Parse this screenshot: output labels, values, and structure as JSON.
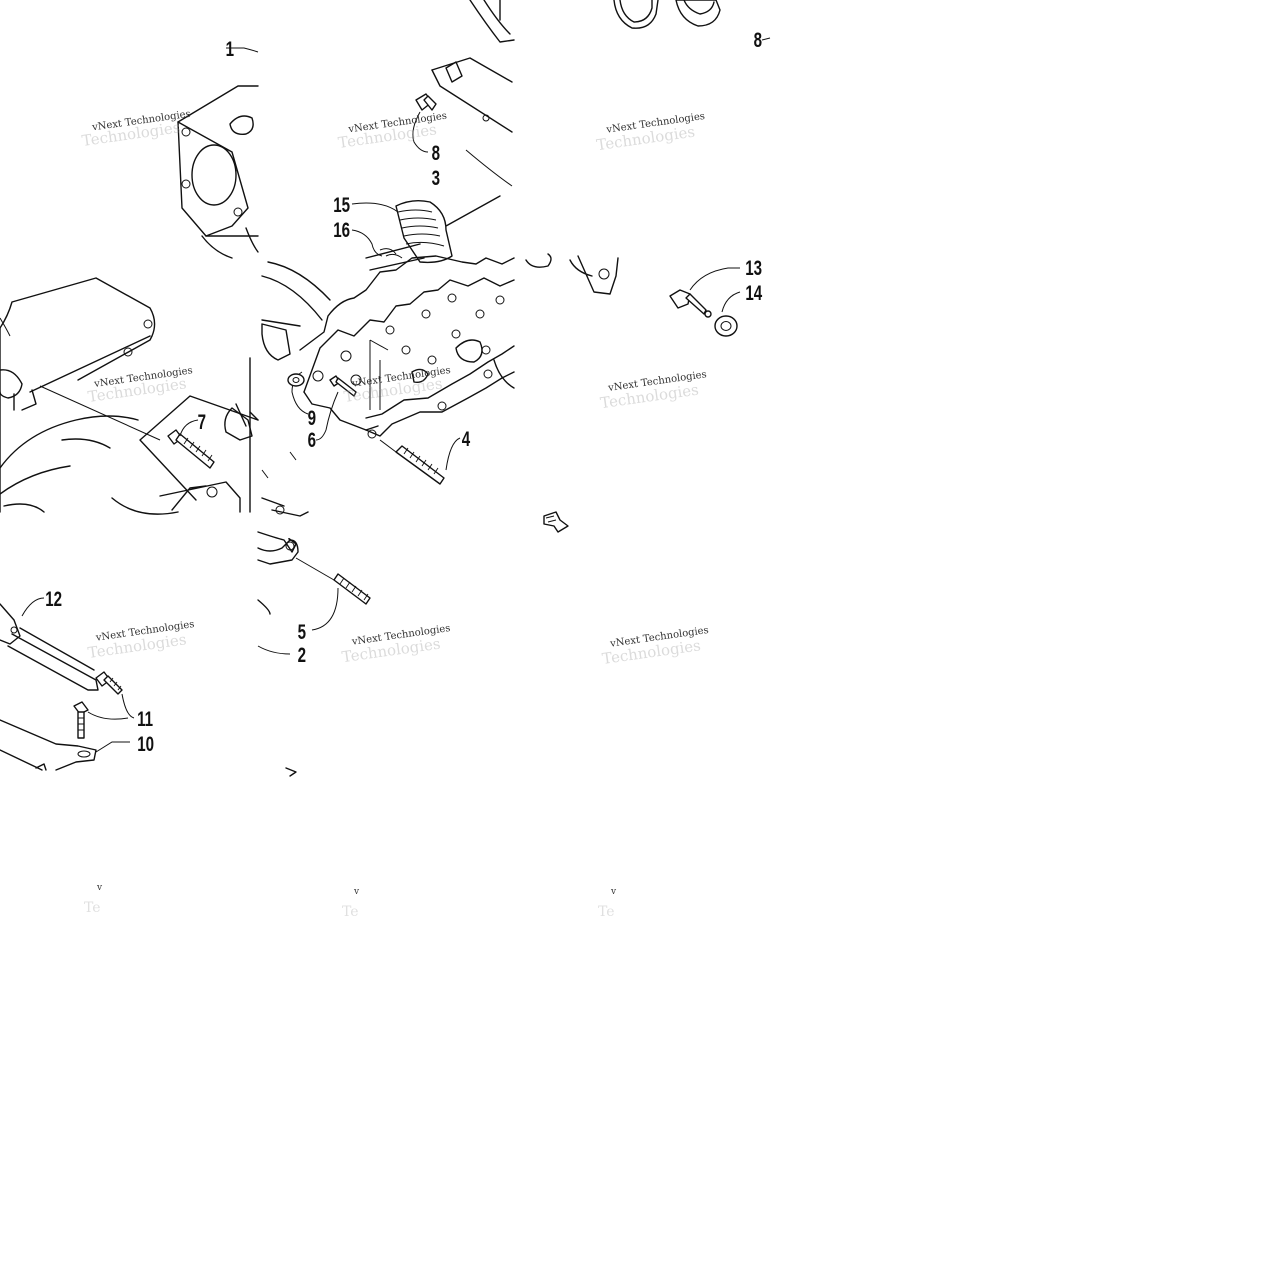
{
  "callouts": {
    "c1": "1",
    "c2": "2",
    "c3": "3",
    "c4": "4",
    "c5": "5",
    "c6": "6",
    "c7": "7",
    "c8a": "8",
    "c8b": "8",
    "c9": "9",
    "c10": "10",
    "c11": "11",
    "c12": "12",
    "c13": "13",
    "c14": "14",
    "c15": "15",
    "c16": "16"
  },
  "watermark": {
    "line1": "vNext Technologies",
    "line2": "Technologies",
    "cut_line1": "v",
    "cut_line2": "Te"
  },
  "colors": {
    "ink": "#111111",
    "background": "#ffffff"
  },
  "icons": {
    "direction_arrow": "front-arrow-icon"
  }
}
